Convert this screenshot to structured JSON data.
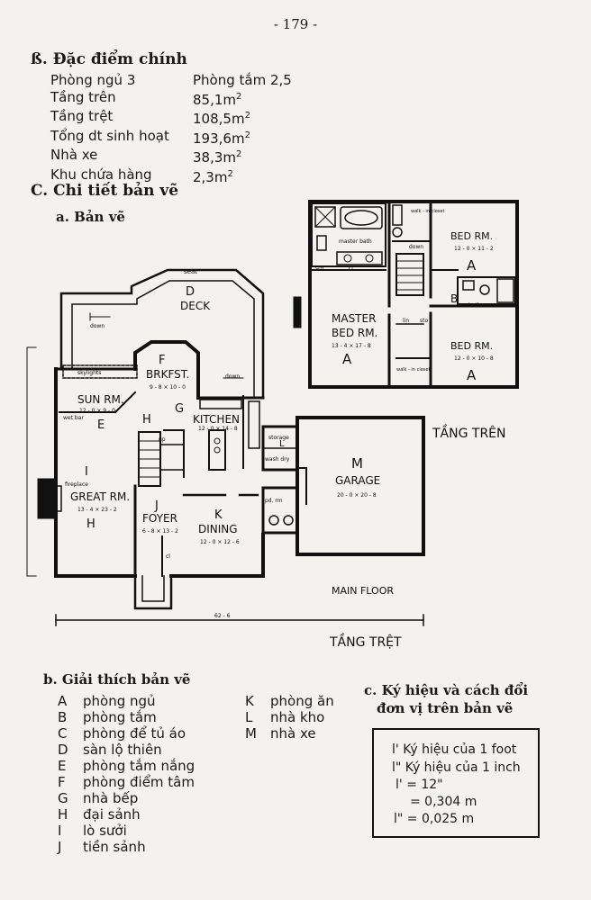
{
  "page_number": "- 179 -",
  "section_b": {
    "title": "ß. Đặc điểm chính",
    "rows": [
      {
        "label": "Phòng ngủ 3",
        "value": "Phòng tắm 2,5",
        "sup": ""
      },
      {
        "label": "Tầng trên",
        "value": "85,1m",
        "sup": "2"
      },
      {
        "label": "Tầng trệt",
        "value": "108,5m",
        "sup": "2"
      },
      {
        "label": "Tổng dt sinh hoạt",
        "value": "193,6m",
        "sup": "2"
      },
      {
        "label": "Nhà xe",
        "value": "38,3m",
        "sup": "2"
      },
      {
        "label": "Khu chứa hàng",
        "value": "2,3m",
        "sup": "2"
      }
    ]
  },
  "section_c": {
    "title": "C. Chi tiết bản vẽ",
    "sub_a": "a. Bản vẽ",
    "sub_b": "b. Giải thích bản vẽ",
    "sub_c_line1": "c. Ký hiệu và cách đổi",
    "sub_c_line2": "đơn vị trên bản vẽ"
  },
  "plan": {
    "upper_label": "TẦNG TRÊN",
    "lower_label": "TẦNG TRỆT",
    "main_floor": "MAIN FLOOR",
    "overall_dim": "62 - 6",
    "rooms": {
      "deck": {
        "letter": "D",
        "name": "DECK"
      },
      "brkfst": {
        "letter": "F",
        "name": "BRKFST.",
        "dim": "9 - 8 × 10 - 0"
      },
      "sun": {
        "letter": "E",
        "name": "SUN RM.",
        "dim": "12 - 0 × 9 - 0"
      },
      "kitchen": {
        "letter": "G",
        "name": "KITCHEN",
        "dim": "12 - 0 × 14 - 8"
      },
      "great": {
        "letter": "H",
        "name": "GREAT RM.",
        "dim": "13 - 4 × 23 - 2"
      },
      "foyer": {
        "letter": "J",
        "name": "FOYER",
        "dim": "6 - 8 × 13 - 2"
      },
      "dining": {
        "letter": "K",
        "name": "DINING",
        "dim": "12 - 0 × 12 - 6"
      },
      "garage": {
        "letter": "M",
        "name": "GARAGE",
        "dim": "20 - 0 × 20 - 8"
      },
      "master": {
        "letter": "A",
        "name1": "MASTER",
        "name2": "BED RM.",
        "dim": "13 - 4 × 17 - 8"
      },
      "bed1": {
        "letter": "A",
        "name": "BED RM.",
        "dim": "12 - 0 × 11 - 2"
      },
      "bed2": {
        "letter": "A",
        "name": "BED RM.",
        "dim": "12 - 0 × 10 - 8"
      }
    },
    "small": {
      "seat": "seat",
      "down": "down",
      "skylights": "skylights",
      "wet_bar": "wet bar",
      "fireplace": "fireplace",
      "storage": "storage",
      "wash_dry": "wash dry",
      "pd_rm": "pd. rm",
      "master_bath": "master bath",
      "walk_in_closet": "walk - in closet",
      "bath": "bath",
      "lin": "lin",
      "sto": "sto",
      "cl": "cl",
      "up": "up",
      "letter_i": "I",
      "letter_l": "L",
      "letter_b": "B"
    }
  },
  "legend": {
    "left": [
      {
        "k": "A",
        "v": "phòng ngủ"
      },
      {
        "k": "B",
        "v": "phòng tắm"
      },
      {
        "k": "C",
        "v": "phòng để tủ áo"
      },
      {
        "k": "D",
        "v": "sàn lộ thiên"
      },
      {
        "k": "E",
        "v": "phòng tắm nắng"
      },
      {
        "k": "F",
        "v": "phòng điểm tâm"
      },
      {
        "k": "G",
        "v": "nhà bếp"
      },
      {
        "k": "H",
        "v": "đại sảnh"
      },
      {
        "k": "I",
        "v": "lò sưởi"
      },
      {
        "k": "J",
        "v": "tiền sảnh"
      }
    ],
    "right": [
      {
        "k": "K",
        "v": "phòng ăn"
      },
      {
        "k": "L",
        "v": "nhà kho"
      },
      {
        "k": "M",
        "v": "nhà xe"
      }
    ]
  },
  "units_box": {
    "line1": "l' Ký hiệu của 1 foot",
    "line2": "l\" Ký hiệu của 1 inch",
    "line3": "l' = 12\"",
    "line4": "= 0,304 m",
    "line5": "l\" = 0,025 m"
  }
}
